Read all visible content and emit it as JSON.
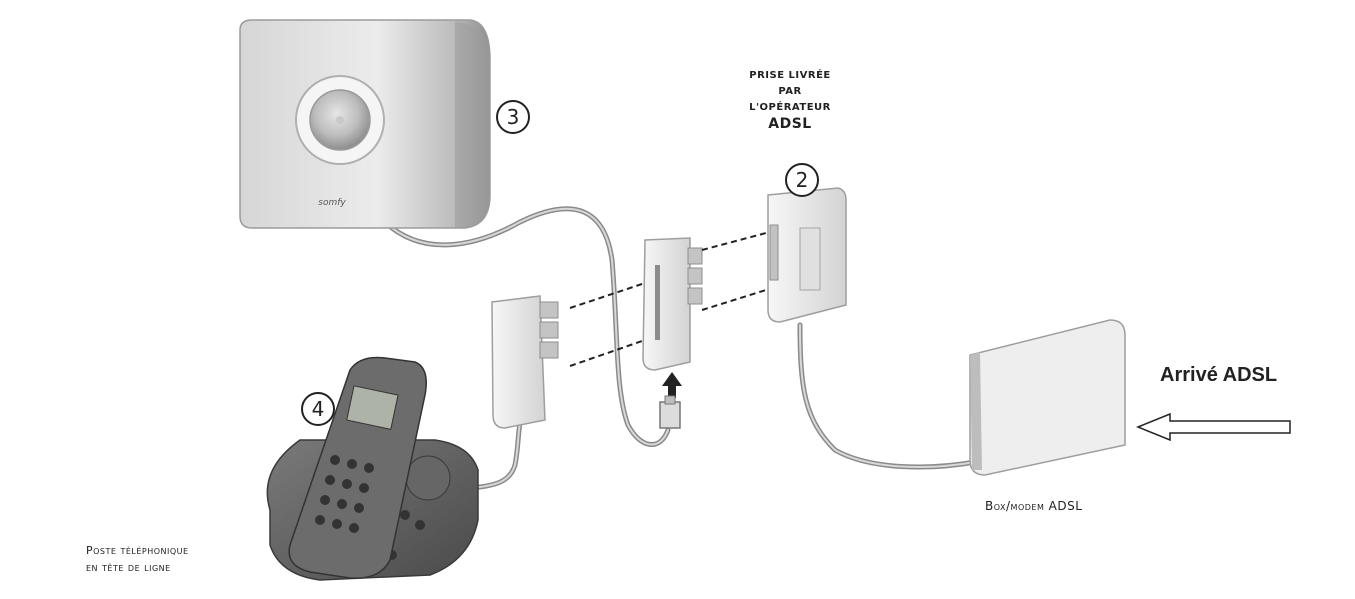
{
  "labels": {
    "prise_line1": "PRISE LIVRÉE",
    "prise_line2": "PAR",
    "prise_line3": "L'OPÉRATEUR",
    "prise_line4": "ADSL",
    "arrive": "Arrivé ADSL",
    "box": "Box/modem ADSL",
    "poste_line1": "Poste téléphonique",
    "poste_line2": "en tête de ligne",
    "brand": "somfy"
  },
  "callouts": {
    "n2": "2",
    "n3": "3",
    "n4": "4"
  },
  "colors": {
    "device_light": "#f1f1f1",
    "device_mid": "#cfcfcf",
    "device_dark": "#9a9a9a",
    "phone": "#5d5d5d",
    "cable": "#8a8a8a",
    "ink": "#222222"
  }
}
